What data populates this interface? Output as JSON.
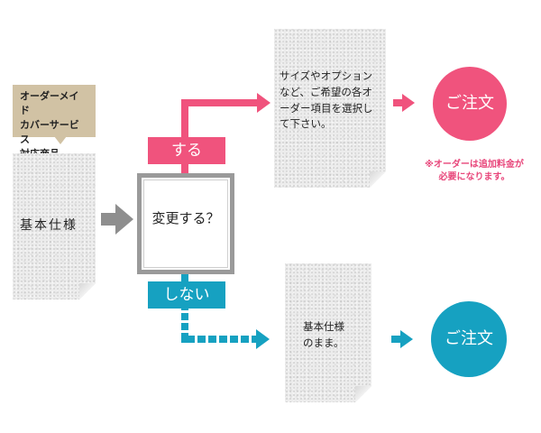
{
  "colors": {
    "pink": "#f0537d",
    "blue": "#16a1c1",
    "gray_arrow": "#8e8e8e",
    "callout_bg": "#d1c2a4",
    "note_text": "#e8457a"
  },
  "callout": {
    "lines": [
      "オーダーメイド",
      "カバーサービス",
      "対応商品"
    ]
  },
  "basic_spec": {
    "label": "基本仕様"
  },
  "decision": {
    "label": "変更する？"
  },
  "yes_branch": {
    "tag": "する",
    "document_lines": [
      "サイズやオプション",
      "など、ご希望の各オ",
      "ーダー項目を選択し",
      "て下さい。"
    ],
    "order_label": "ご注文",
    "note_lines": [
      "※オーダーは追加料金が",
      "必要になります。"
    ]
  },
  "no_branch": {
    "tag": "しない",
    "document_lines": [
      "基本仕様",
      "のまま。"
    ],
    "order_label": "ご注文"
  }
}
